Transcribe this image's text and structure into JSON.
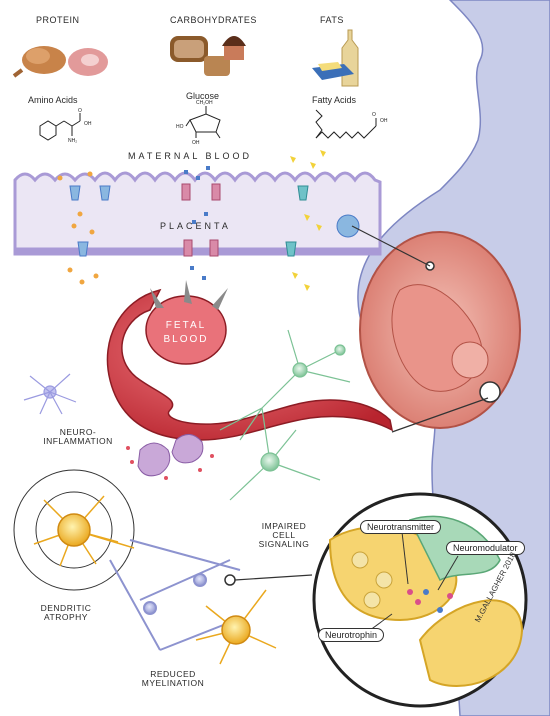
{
  "nutrients": {
    "protein": {
      "title": "PROTEIN",
      "sub": "Amino Acids"
    },
    "carbs": {
      "title": "CARBOHYDRATES",
      "sub": "Glucose"
    },
    "fats": {
      "title": "FATS",
      "sub": "Fatty Acids"
    }
  },
  "molecule_labels": {
    "amino_oh": "OH",
    "amino_nh2": "NH₂",
    "amino_o": "O",
    "glucose_ch2oh": "CH₂OH",
    "glucose_oh": "OH",
    "glucose_ho": "HO",
    "fatty_oh": "OH",
    "fatty_o": "O"
  },
  "placenta": {
    "maternal_blood": "MATERNAL BLOOD",
    "placenta": "PLACENTA",
    "fetal_blood_line1": "FETAL",
    "fetal_blood_line2": "BLOOD"
  },
  "labels": {
    "neuroinflammation_1": "NEURO-",
    "neuroinflammation_2": "INFLAMMATION",
    "impaired_1": "IMPAIRED",
    "impaired_2": "CELL",
    "impaired_3": "SIGNALING",
    "dendritic_1": "DENDRITIC",
    "dendritic_2": "ATROPHY",
    "myelination_1": "REDUCED",
    "myelination_2": "MYELINATION"
  },
  "callouts": {
    "neurotransmitter": "Neurotransmitter",
    "neuromodulator": "Neuromodulator",
    "neurotrophin": "Neurotrophin"
  },
  "signature": "M.GALLAGHER 2018",
  "colors": {
    "maternal_skin": "#c7cce8",
    "placenta_purple": "#a99ad6",
    "blood_red": "#d9434e",
    "fetus_pink": "#e8a39a",
    "neuron_green": "#a8d9b8",
    "neuron_yellow": "#f4c13c",
    "nutrient_orange": "#f0a640",
    "nutrient_blue": "#4a7bc8",
    "nutrient_yellow": "#f2d23a"
  }
}
